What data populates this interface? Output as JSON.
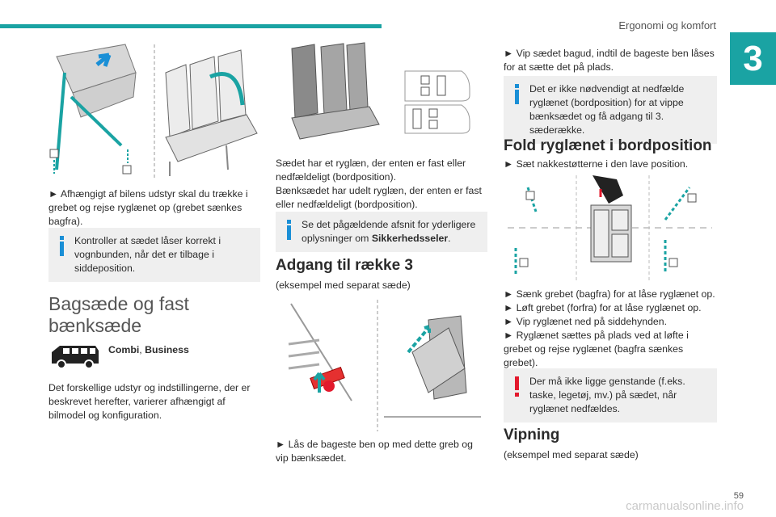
{
  "header": {
    "title": "Ergonomi og komfort",
    "chapter": "3"
  },
  "col1": {
    "caption": "► Afhængigt af bilens udstyr skal du trække i grebet og rejse ryglænet op (grebet sænkes bagfra).",
    "note": "Kontroller at sædet låser korrekt i vognbunden, når det er tilbage i siddeposition.",
    "heading": "Bagsæde og fast bænksæde",
    "versions_bold": "Combi",
    "versions_sep": ", ",
    "versions_bold2": "Business",
    "para": "Det forskellige udstyr og indstillingerne, der er beskrevet herefter, varierer afhængigt af bilmodel og konfiguration."
  },
  "col2": {
    "para1": "Sædet har et ryglæn, der enten er fast eller nedfældeligt (bordposition).",
    "para2": "Bænksædet har udelt ryglæn, der enten er fast eller nedfældeligt (bordposition).",
    "note_pre": "Se det pågældende afsnit for yderligere oplysninger om ",
    "note_bold": "Sikkerhedsseler",
    "note_post": ".",
    "heading": "Adgang til række 3",
    "sub": "(eksempel med separat sæde)",
    "caption": "► Lås de bageste ben op med dette greb og vip bænksædet."
  },
  "col3": {
    "step1": "► Vip sædet bagud, indtil de bageste ben låses for at sætte det på plads.",
    "note1": "Det er ikke nødvendigt at nedfælde ryglænet (bordposition) for at vippe bænksædet og få adgang til 3. sæderække.",
    "heading1": "Fold ryglænet i bordposition",
    "step2": "► Sæt nakkestøtterne i den lave position.",
    "steps": [
      "► Sænk grebet (bagfra) for at låse ryglænet op.",
      "► Løft grebet (forfra) for at låse ryglænet op.",
      "► Vip ryglænet ned på siddehynden.",
      "► Ryglænet sættes på plads ved at løfte i grebet og rejse ryglænet (bagfra sænkes grebet)."
    ],
    "warning": "Der må ikke ligge genstande (f.eks. taske, legetøj, mv.) på sædet, når ryglænet nedfældes.",
    "heading2": "Vipning",
    "sub2": "(eksempel med separat sæde)"
  },
  "footer": {
    "page": "59",
    "watermark": "carmanualsonline.info"
  },
  "colors": {
    "accent": "#1aa3a3",
    "info": "#1a8fd6",
    "warning": "#e3192d",
    "note_bg": "#efefef"
  }
}
